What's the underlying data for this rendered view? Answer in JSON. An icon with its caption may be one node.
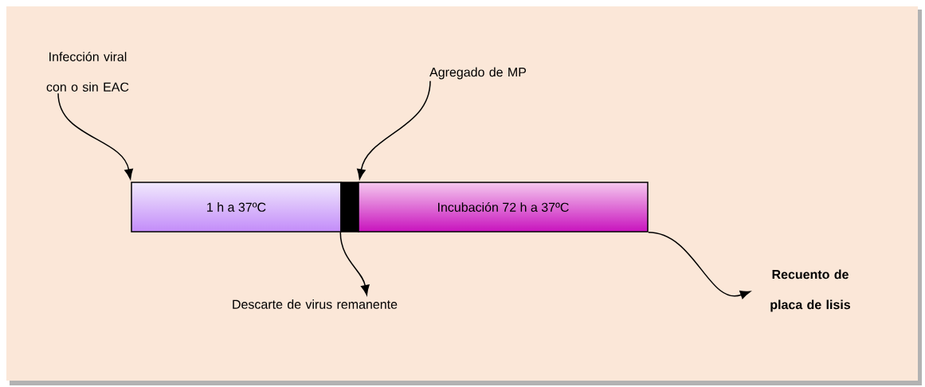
{
  "diagram": {
    "nodes": [
      {
        "text": [
          "Infección viral con o sin EAC"
        ]
      },
      {
        "text": [
          "Agregado de MP"
        ]
      },
      {
        "text": [
          "1 h a 37ºC"
        ]
      },
      {
        "text": [],
        "shape": "bar"
      },
      {
        "text": [
          "Incubación 72 h a 37ºC"
        ]
      },
      {
        "text": [
          "Descarte de virus remanente"
        ]
      },
      {
        "text": [
          "Recuento de placa de lisis"
        ]
      }
    ],
    "edges": [
      {
        "from": 0,
        "to": 2,
        "arrow": "to"
      },
      {
        "from": 1,
        "to": 3,
        "arrow": "to"
      },
      {
        "from": 3,
        "to": 5,
        "arrow": "to"
      },
      {
        "from": 4,
        "to": 6,
        "arrow": "to"
      }
    ]
  }
}
